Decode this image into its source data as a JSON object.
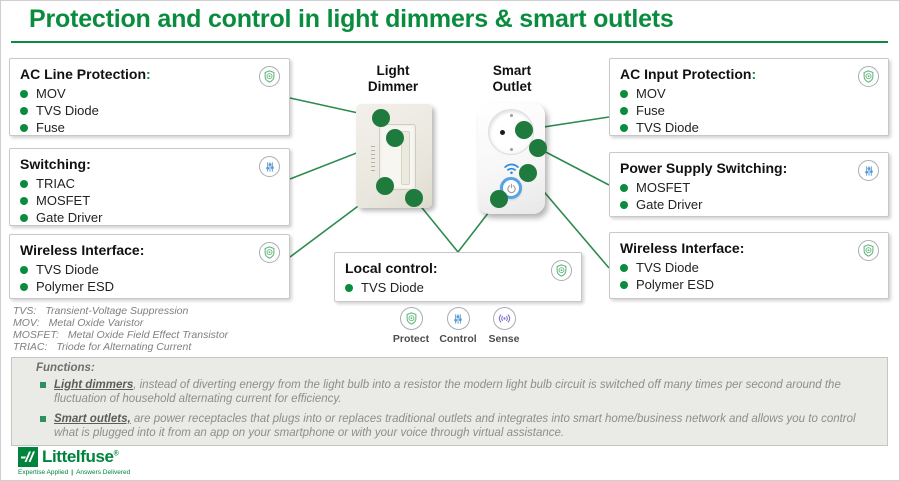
{
  "title": "Protection and control in light dimmers & smart outlets",
  "colors": {
    "brand_green": "#0a8c3f",
    "connection_green": "#2e8b50",
    "protect_icon_green": "#62b77e",
    "control_icon_blue": "#5b9bd5",
    "sense_icon_purple": "#7a6bd0"
  },
  "devices": {
    "dimmer": {
      "label_line1": "Light",
      "label_line2": "Dimmer"
    },
    "outlet": {
      "label_line1": "Smart",
      "label_line2": "Outlet"
    }
  },
  "boxes": {
    "ac_line": {
      "title": "AC Line Protection",
      "colon": ":",
      "icon": "protect-icon",
      "items": [
        "MOV",
        "TVS Diode",
        "Fuse"
      ]
    },
    "switching": {
      "title": "Switching:",
      "icon": "control-icon",
      "items": [
        "TRIAC",
        "MOSFET",
        "Gate Driver"
      ]
    },
    "wireless_left": {
      "title": "Wireless Interface:",
      "icon": "protect-icon",
      "items": [
        "TVS Diode",
        "Polymer ESD"
      ]
    },
    "ac_input": {
      "title": "AC Input Protection",
      "colon": ":",
      "icon": "protect-icon",
      "items": [
        "MOV",
        "Fuse",
        "TVS Diode"
      ]
    },
    "power_switching": {
      "title": "Power Supply Switching:",
      "icon": "control-icon",
      "items": [
        "MOSFET",
        "Gate Driver"
      ]
    },
    "wireless_right": {
      "title": "Wireless Interface:",
      "icon": "protect-icon",
      "items": [
        "TVS Diode",
        "Polymer ESD"
      ]
    },
    "local_control": {
      "title": "Local control:",
      "icon": "protect-icon",
      "items": [
        "TVS Diode"
      ]
    }
  },
  "abbreviations": [
    {
      "abbr": "TVS:",
      "meaning": "Transient-Voltage Suppression"
    },
    {
      "abbr": "MOV:",
      "meaning": "Metal Oxide Varistor"
    },
    {
      "abbr": "MOSFET:",
      "meaning": "Metal Oxide Field Effect Transistor"
    },
    {
      "abbr": "TRIAC:",
      "meaning": "Triode for Alternating Current"
    }
  ],
  "legend": [
    {
      "label": "Protect",
      "icon": "protect-icon"
    },
    {
      "label": "Control",
      "icon": "control-icon"
    },
    {
      "label": "Sense",
      "icon": "sense-icon"
    }
  ],
  "functions": {
    "heading": "Functions:",
    "bullets": [
      {
        "term": "Light dimmers",
        "text": ", instead of diverting energy from the light bulb into a resistor the modern light bulb circuit is switched off many times per second around the fluctuation of household alternating current for efficiency."
      },
      {
        "term": "Smart outlets,",
        "text": " are power receptacles that plugs into or replaces traditional outlets and integrates into smart home/business network and allows you to control what is plugged into it from an app on your smartphone or with your voice through virtual assistance."
      }
    ]
  },
  "footer": {
    "logo_text": "Littelfuse",
    "registered": "®",
    "tagline_left": "Expertise Applied",
    "tagline_divider": "|",
    "tagline_right": "Answers Delivered"
  }
}
